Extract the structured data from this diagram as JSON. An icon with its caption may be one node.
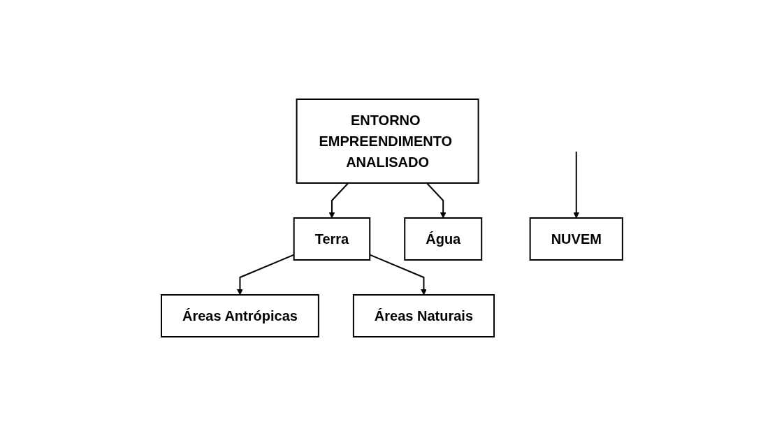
{
  "diagram": {
    "nodes": [
      {
        "text": [
          "ENTORNO EMPREENDIMENTO ANALISADO"
        ]
      },
      {
        "text": [
          "Terra"
        ]
      },
      {
        "text": [
          "Água"
        ]
      },
      {
        "text": [
          "Áreas Antrópicas"
        ]
      },
      {
        "text": [
          "Áreas Naturais"
        ]
      },
      {
        "text": [
          "NUVEM"
        ]
      }
    ],
    "edges": [
      {
        "from": 0,
        "to": 1,
        "arrow": "to"
      },
      {
        "from": 0,
        "to": 2,
        "arrow": "to"
      },
      {
        "from": 1,
        "to": 3,
        "arrow": "to"
      },
      {
        "from": 1,
        "to": 4,
        "arrow": "to"
      },
      {
        "from": null,
        "to": 5,
        "arrow": "to"
      }
    ]
  }
}
